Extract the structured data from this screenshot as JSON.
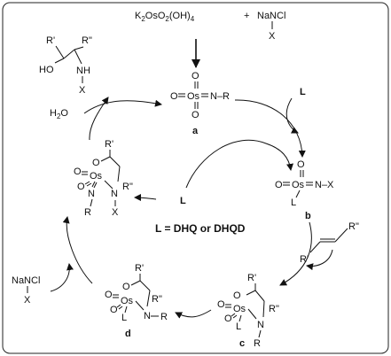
{
  "reagents": {
    "osmium_salt": "K",
    "osmium_salt_2": "OsO",
    "osmium_salt_3": "(OH)",
    "sub_2": "2",
    "sub_4": "4",
    "plus": "+",
    "chloramine": "NaNCl",
    "chloramine_x": "X"
  },
  "legend": {
    "ligand_definition": "L = DHQ or DHQD"
  },
  "ligand": {
    "label": "L"
  },
  "water": {
    "h": "H",
    "two": "2",
    "o": "O"
  },
  "product": {
    "r1": "R'",
    "r2": "R\"",
    "ho": "HO",
    "nh": "NH",
    "x": "X"
  },
  "intermediates": {
    "a": {
      "label": "a",
      "os": "Os",
      "o": "O",
      "nr": "N–R"
    },
    "b": {
      "label": "b",
      "os": "Os",
      "o": "O",
      "nx": "N–X",
      "l": "L"
    },
    "c": {
      "label": "c",
      "os": "Os",
      "o": "O",
      "l": "L",
      "n": "N",
      "r": "R",
      "r1": "R'",
      "r2": "R\""
    },
    "d": {
      "label": "d",
      "os": "Os",
      "o": "O",
      "l": "L",
      "n": "N",
      "r": "R",
      "r1": "R'",
      "r2": "R\""
    },
    "e": {
      "os": "Os",
      "o": "O",
      "n": "N",
      "r": "R",
      "x": "X",
      "r1": "R'",
      "r2": "R\""
    }
  },
  "alkene": {
    "r1": "R'",
    "r2": "R\""
  },
  "chloramine_side": {
    "salt": "NaNCl",
    "x": "X"
  }
}
